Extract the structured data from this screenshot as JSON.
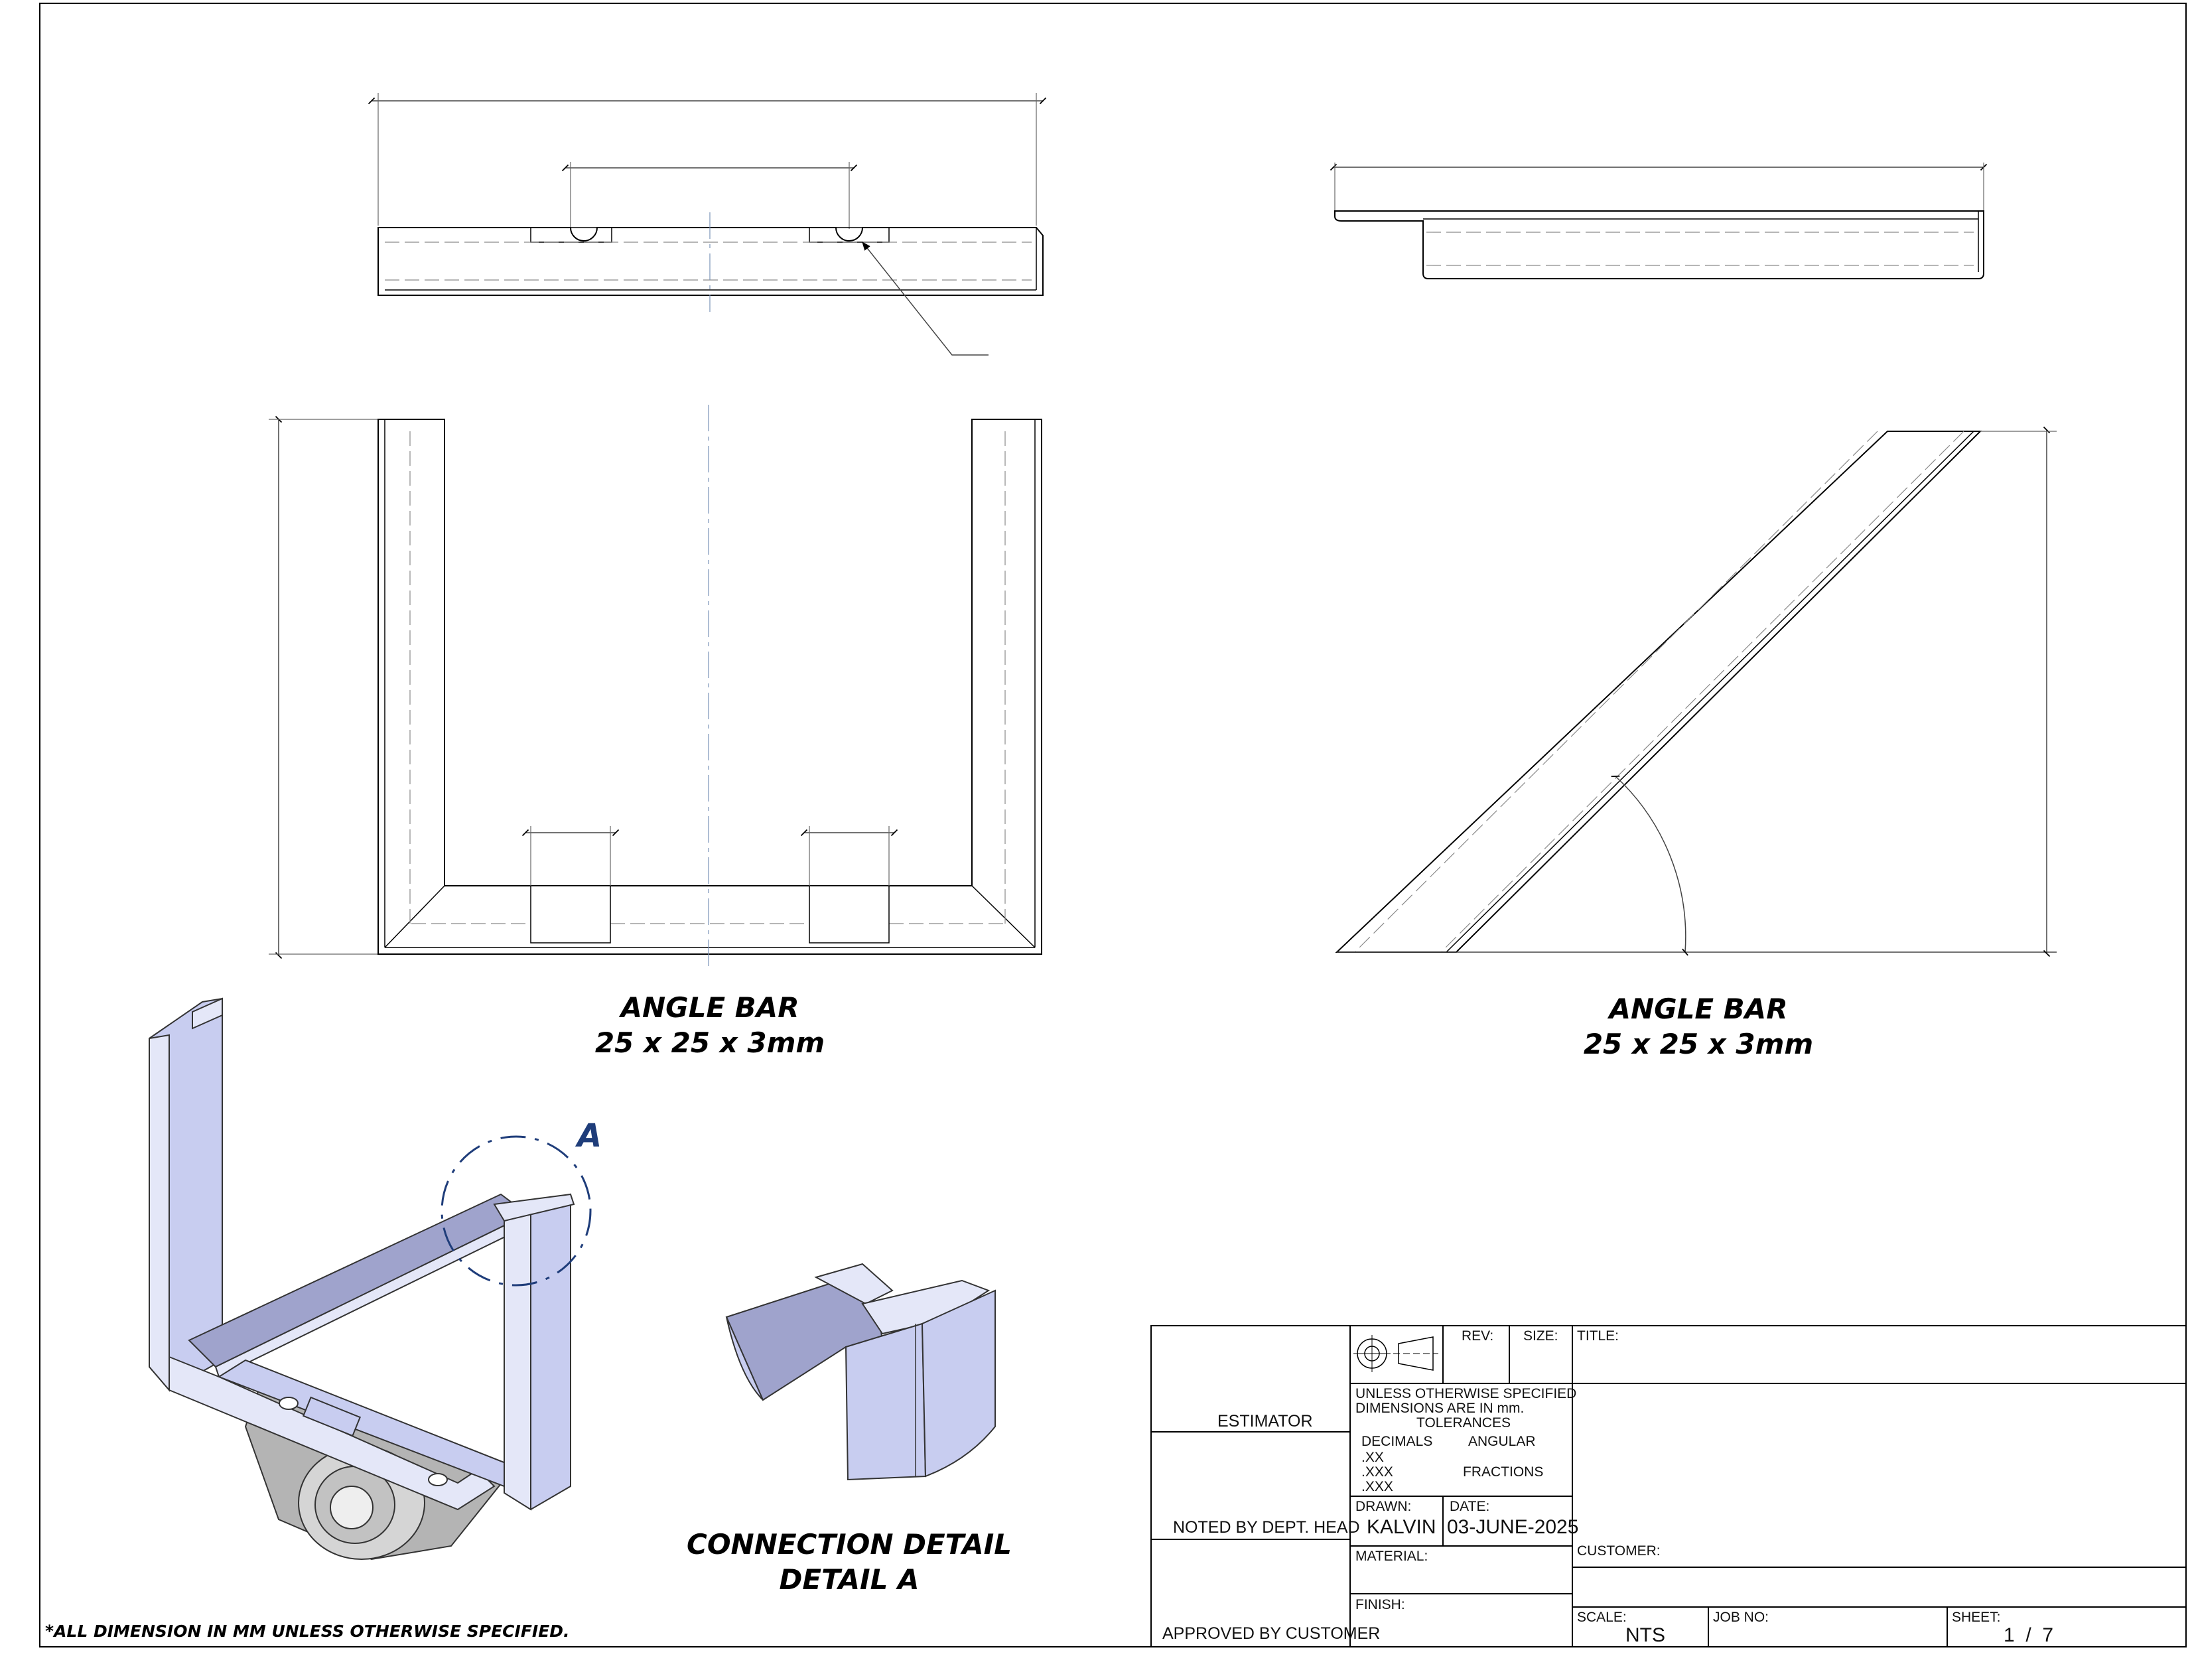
{
  "views": {
    "front_caption": {
      "line1": "ANGLE BAR",
      "line2": "25 x 25 x 3mm"
    },
    "side_caption": {
      "line1": "ANGLE BAR",
      "line2": "25 x 25 x 3mm"
    },
    "detail_callout": "A",
    "detail_caption": {
      "line1": "CONNECTION DETAIL",
      "line2": "DETAIL A"
    }
  },
  "note": "*ALL DIMENSION IN MM UNLESS OTHERWISE SPECIFIED.",
  "title_block": {
    "estimator": "ESTIMATOR",
    "noted_by": "NOTED BY DEPT. HEAD",
    "approved_by": "APPROVED BY CUSTOMER",
    "rev_label": "REV:",
    "size_label": "SIZE:",
    "title_label": "TITLE:",
    "tolerance": {
      "line1": "UNLESS OTHERWISE SPECIFIED",
      "line2": "DIMENSIONS ARE IN mm.",
      "line3": "TOLERANCES",
      "decimals": "DECIMALS",
      "angular": "ANGULAR",
      "xx": ".XX",
      "xxx1": ".XXX",
      "xxx2": ".XXX",
      "fractions": "FRACTIONS"
    },
    "drawn_label": "DRAWN:",
    "drawn_value": "KALVIN",
    "date_label": "DATE:",
    "date_value": "03-JUNE-2025",
    "material_label": "MATERIAL:",
    "finish_label": "FINISH:",
    "customer_label": "CUSTOMER:",
    "scale_label": "SCALE:",
    "scale_value": "NTS",
    "job_label": "JOB NO:",
    "sheet_label": "SHEET:",
    "sheet_value": "1  /  7"
  },
  "colors": {
    "line": "#000000",
    "thin": "#444444",
    "hidden": "#8a8a8a",
    "center": "#7a93b8",
    "accent": "#1f3d7a",
    "part_fill": "#c8cdf0",
    "part_light": "#e4e7f8",
    "part_dark": "#9fa3cc",
    "bearing": "#a8a8a8"
  }
}
